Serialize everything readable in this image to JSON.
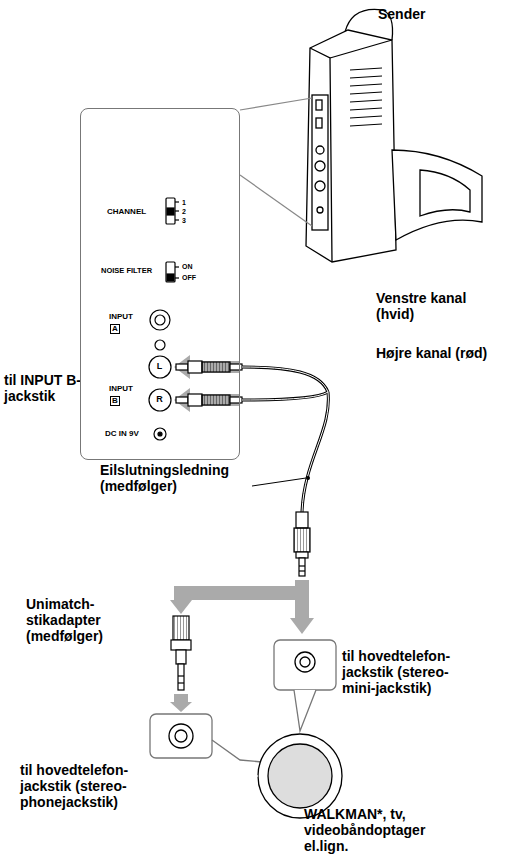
{
  "diagram": {
    "nodes": [
      {
        "text": [
          "CHANNEL",
          "1",
          "2",
          "3",
          "NOISE FILTER",
          "ON",
          "OFF",
          "INPUT",
          "A",
          "INPUT",
          "B",
          "L",
          "R",
          "DC IN 9V"
        ]
      }
    ],
    "labels": [
      "Sender",
      "til INPUT B-jackstik",
      "Venstre kanal (hvid)",
      "Højre kanal (rød)",
      "Eilslutningsledning (medfølger)",
      "Unimatch- stikadapter (medfølger)",
      "til hovedtelefon- jackstik (stereo- phonejackstik)",
      "til hovedtelefon- jackstik (stereo- mini-jackstik)",
      "WALKMAN*, tv, videobåndoptager el.lign."
    ]
  }
}
